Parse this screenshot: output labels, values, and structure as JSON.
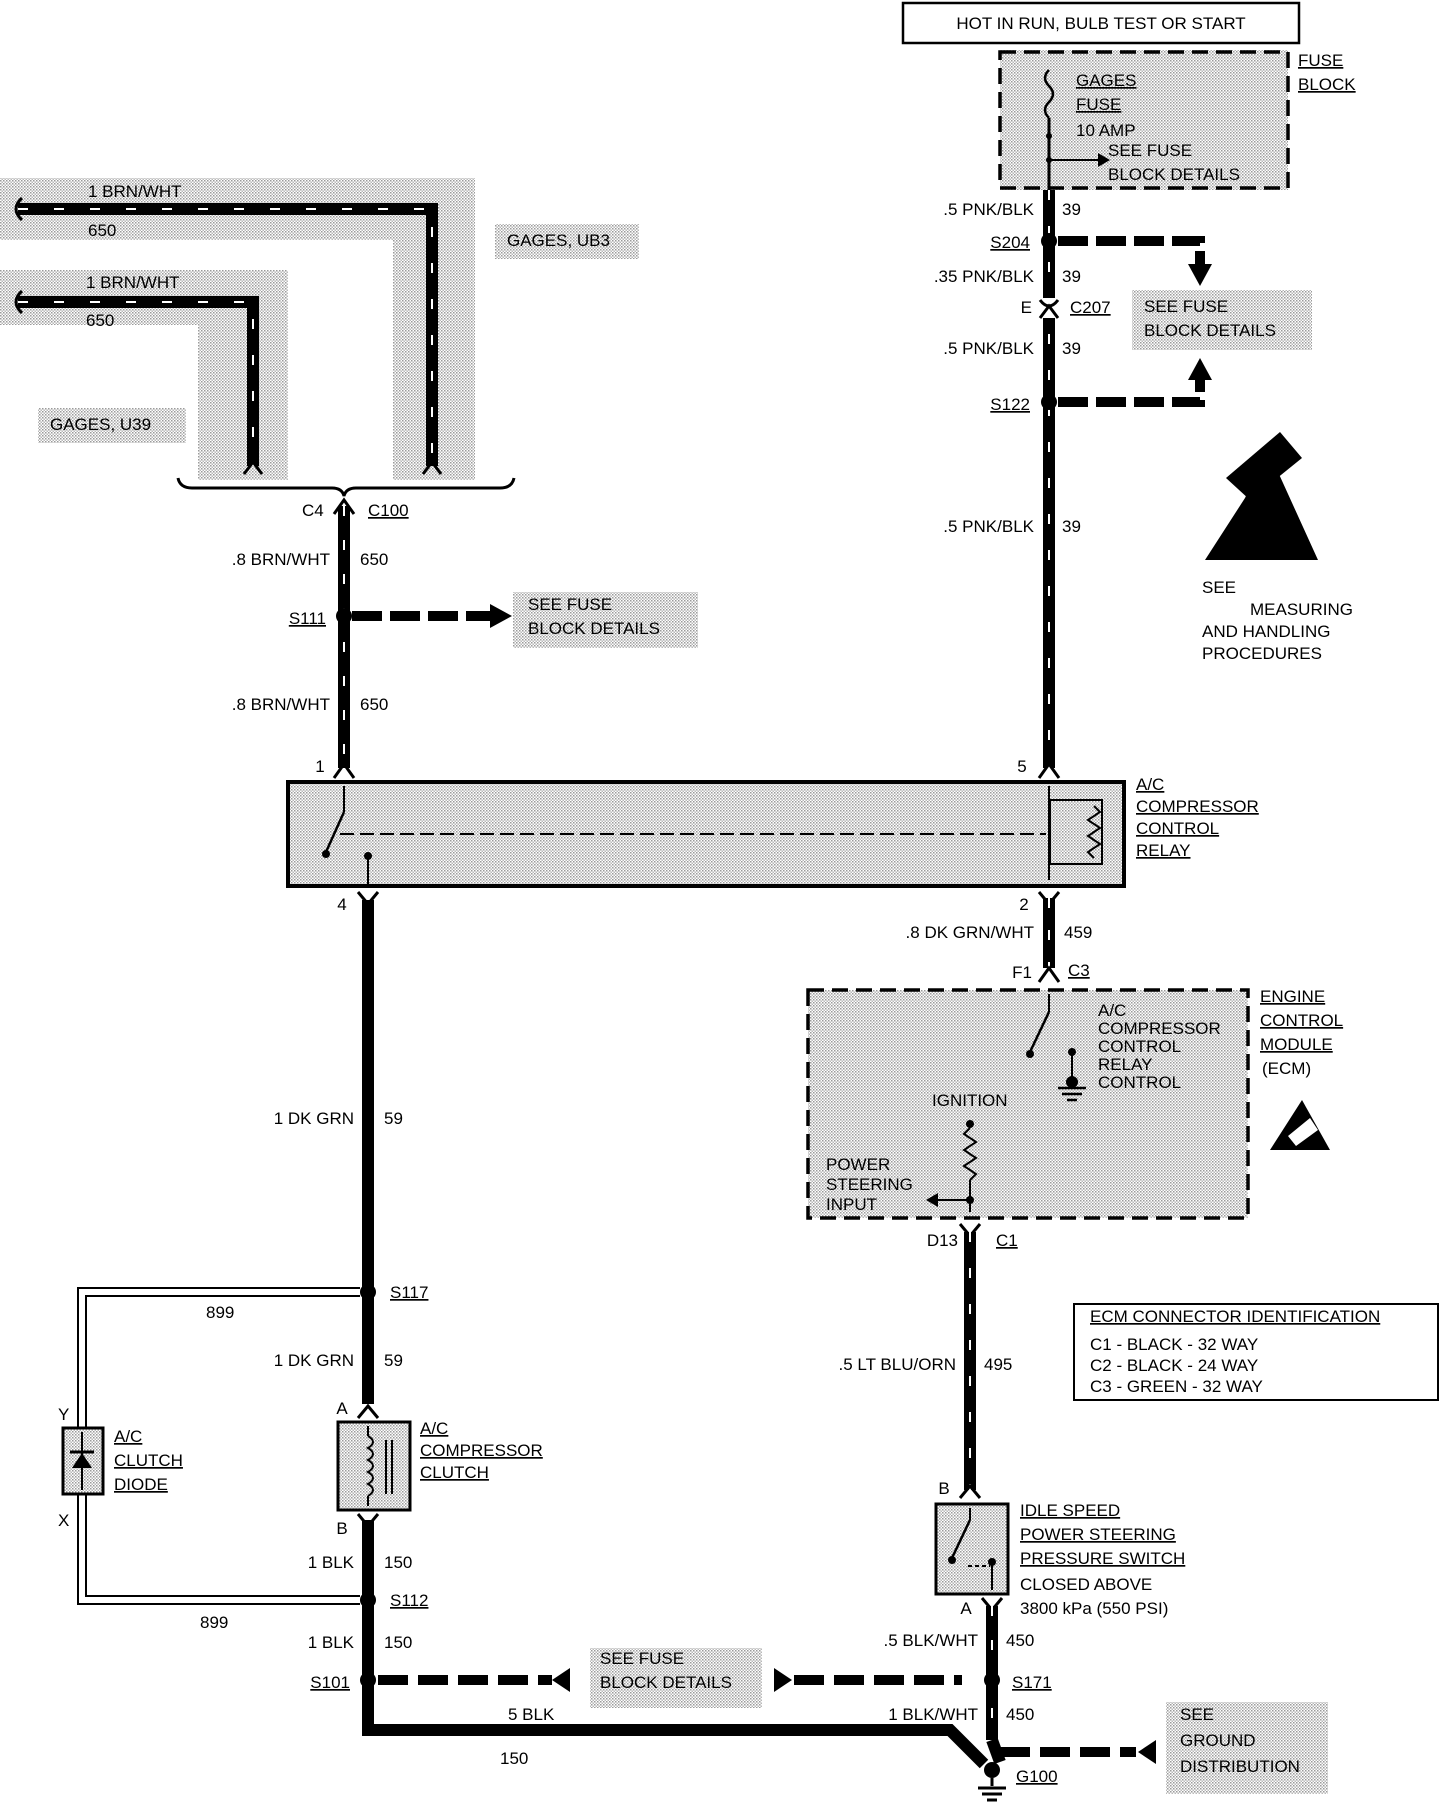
{
  "header": "HOT IN RUN, BULB TEST OR START",
  "fuse_block": {
    "title": [
      "FUSE",
      "BLOCK"
    ],
    "fuse_name": [
      "GAGES",
      "FUSE"
    ],
    "rating": "10 AMP",
    "see": [
      "SEE FUSE",
      "BLOCK DETAILS"
    ]
  },
  "gages_ub3": "GAGES, UB3",
  "gages_u39": "GAGES, U39",
  "wire_top1": "1 BRN/WHT",
  "wire_top1_num": "650",
  "wire_top2": "1 BRN/WHT",
  "wire_top2_num": "650",
  "c4": "C4",
  "c100": "C100",
  "w650a": ".8 BRN/WHT",
  "w650a_num": "650",
  "s111": "S111",
  "see_fuse_s111": [
    "SEE FUSE",
    "BLOCK DETAILS"
  ],
  "w650b": ".8 BRN/WHT",
  "w650b_num": "650",
  "right": {
    "w39_1": ".5 PNK/BLK",
    "n39_1": "39",
    "s204": "S204",
    "w39_2": ".35 PNK/BLK",
    "n39_2": "39",
    "e": "E",
    "c207": "C207",
    "see_fuse": [
      "SEE FUSE",
      "BLOCK DETAILS"
    ],
    "w39_3": ".5 PNK/BLK",
    "n39_3": "39",
    "s122": "S122",
    "w39_4": ".5 PNK/BLK",
    "n39_4": "39"
  },
  "esd_note": [
    "SEE",
    "MEASURING",
    "AND HANDLING",
    "PROCEDURES"
  ],
  "relay": {
    "pin1": "1",
    "pin5": "5",
    "pin4": "4",
    "pin2": "2",
    "name": [
      "A/C",
      "COMPRESSOR",
      "CONTROL",
      "RELAY"
    ]
  },
  "w459": ".8 DK GRN/WHT",
  "n459": "459",
  "f1": "F1",
  "c3": "C3",
  "ecm": {
    "title": [
      "ENGINE",
      "CONTROL",
      "MODULE",
      "(ECM)"
    ],
    "relay_ctrl": [
      "A/C",
      "COMPRESSOR",
      "CONTROL",
      "RELAY",
      "CONTROL"
    ],
    "ignition": "IGNITION",
    "ps_input": [
      "POWER",
      "STEERING",
      "INPUT"
    ]
  },
  "d13": "D13",
  "c1": "C1",
  "ecm_conn": {
    "title": "ECM CONNECTOR IDENTIFICATION",
    "rows": [
      "C1 - BLACK - 32 WAY",
      "C2 - BLACK - 24 WAY",
      "C3 - GREEN - 32 WAY"
    ]
  },
  "w59a": "1 DK GRN",
  "n59a": "59",
  "s117": "S117",
  "n899a": "899",
  "w59b": "1 DK GRN",
  "n59b": "59",
  "diode": {
    "y": "Y",
    "x": "X",
    "name": [
      "A/C",
      "CLUTCH",
      "DIODE"
    ]
  },
  "clutch": {
    "a": "A",
    "b": "B",
    "name": [
      "A/C",
      "COMPRESSOR",
      "CLUTCH"
    ]
  },
  "w495": ".5 LT BLU/ORN",
  "n495": "495",
  "switch": {
    "b": "B",
    "a": "A",
    "name": [
      "IDLE SPEED",
      "POWER STEERING",
      "PRESSURE SWITCH"
    ],
    "note": [
      "CLOSED ABOVE",
      "3800 kPa (550 PSI)"
    ]
  },
  "w150a": "1 BLK",
  "n150a": "150",
  "s112": "S112",
  "n899b": "899",
  "w150b": "1 BLK",
  "n150b": "150",
  "s101": "S101",
  "see_fuse_bottom": [
    "SEE FUSE",
    "BLOCK DETAILS"
  ],
  "w450a": ".5 BLK/WHT",
  "n450a": "450",
  "s171": "S171",
  "w5blk": "5 BLK",
  "n150c": "150",
  "w450b": "1 BLK/WHT",
  "n450b": "450",
  "g100": "G100",
  "see_ground": [
    "SEE",
    "GROUND",
    "DISTRIBUTION"
  ]
}
